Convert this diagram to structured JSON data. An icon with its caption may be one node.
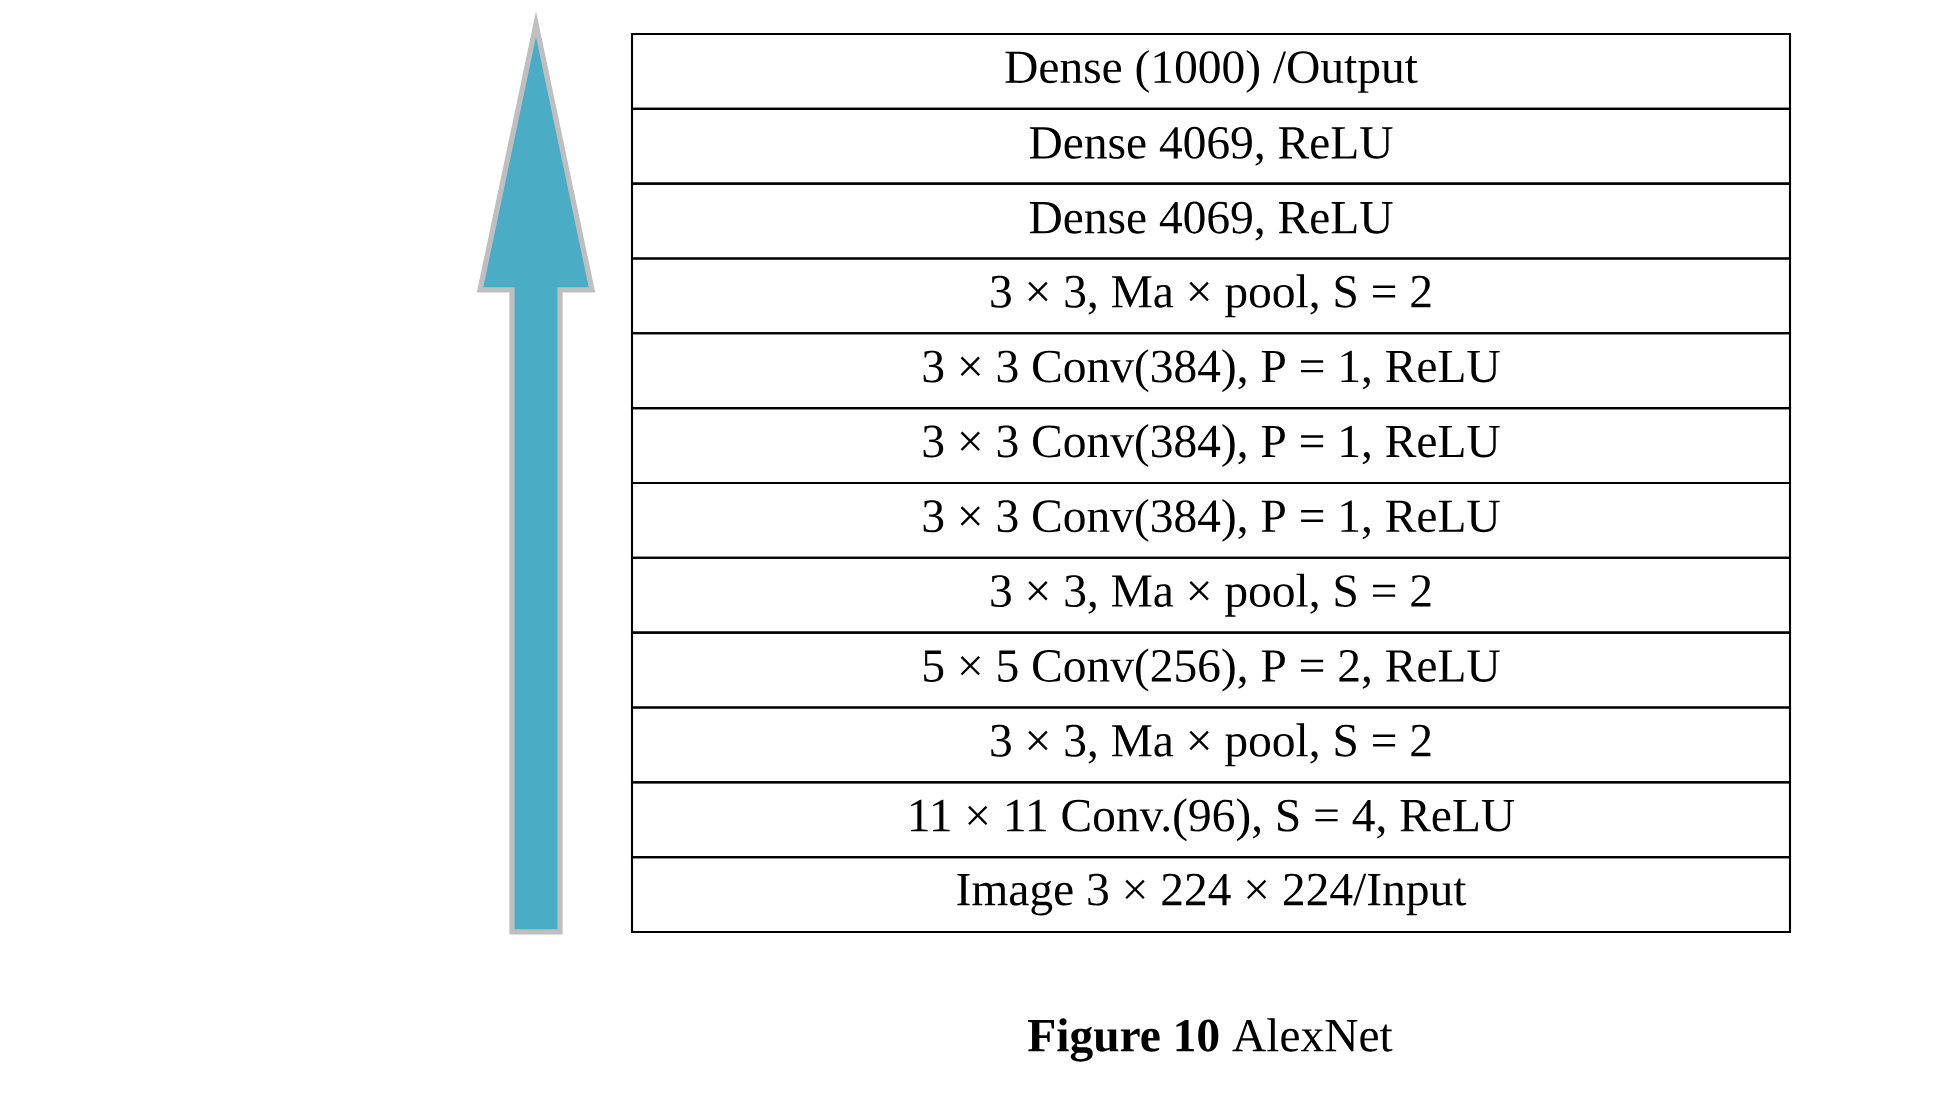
{
  "diagram": {
    "caption": "**Figure 10** AlexNet",
    "nodes": [
      {
        "text": [
          "Dense (1000) /Output"
        ]
      },
      {
        "text": [
          "Dense 4069, ReLU"
        ]
      },
      {
        "text": [
          "Dense 4069, ReLU"
        ]
      },
      {
        "text": [
          "3 × 3, Ma × pool, S = 2"
        ]
      },
      {
        "text": [
          "3 × 3 Conv(384), P = 1, ReLU"
        ]
      },
      {
        "text": [
          "3 × 3 Conv(384), P = 1, ReLU"
        ]
      },
      {
        "text": [
          "3 × 3 Conv(384), P = 1, ReLU"
        ]
      },
      {
        "text": [
          "3 × 3, Ma × pool, S = 2"
        ]
      },
      {
        "text": [
          "5 × 5 Conv(256), P = 2, ReLU"
        ]
      },
      {
        "text": [
          "3 × 3, Ma × pool, S = 2"
        ]
      },
      {
        "text": [
          "11 × 11 Conv.(96), S = 4, ReLU"
        ]
      },
      {
        "text": [
          "Image 3 × 224 × 224/Input"
        ]
      }
    ]
  }
}
